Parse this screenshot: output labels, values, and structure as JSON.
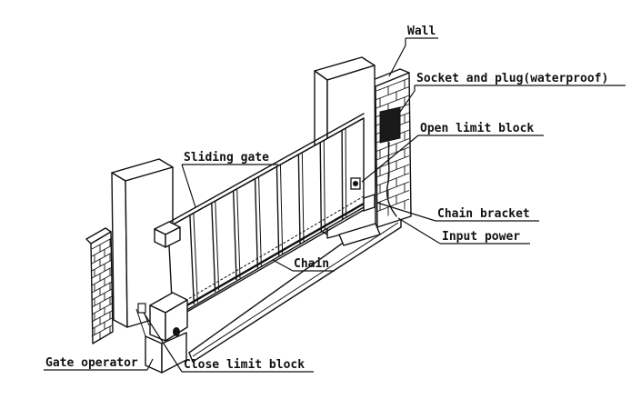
{
  "diagram": {
    "labels": {
      "wall": "Wall",
      "socket": "Socket and plug(waterproof)",
      "open_limit": "Open limit block",
      "sliding_gate": "Sliding gate",
      "chain_bracket": "Chain bracket",
      "input_power": "Input power",
      "chain": "Chain",
      "gate_operator": "Gate operator",
      "close_limit": "Close limit block"
    },
    "colors": {
      "ink": "#111111",
      "background": "#ffffff"
    }
  }
}
